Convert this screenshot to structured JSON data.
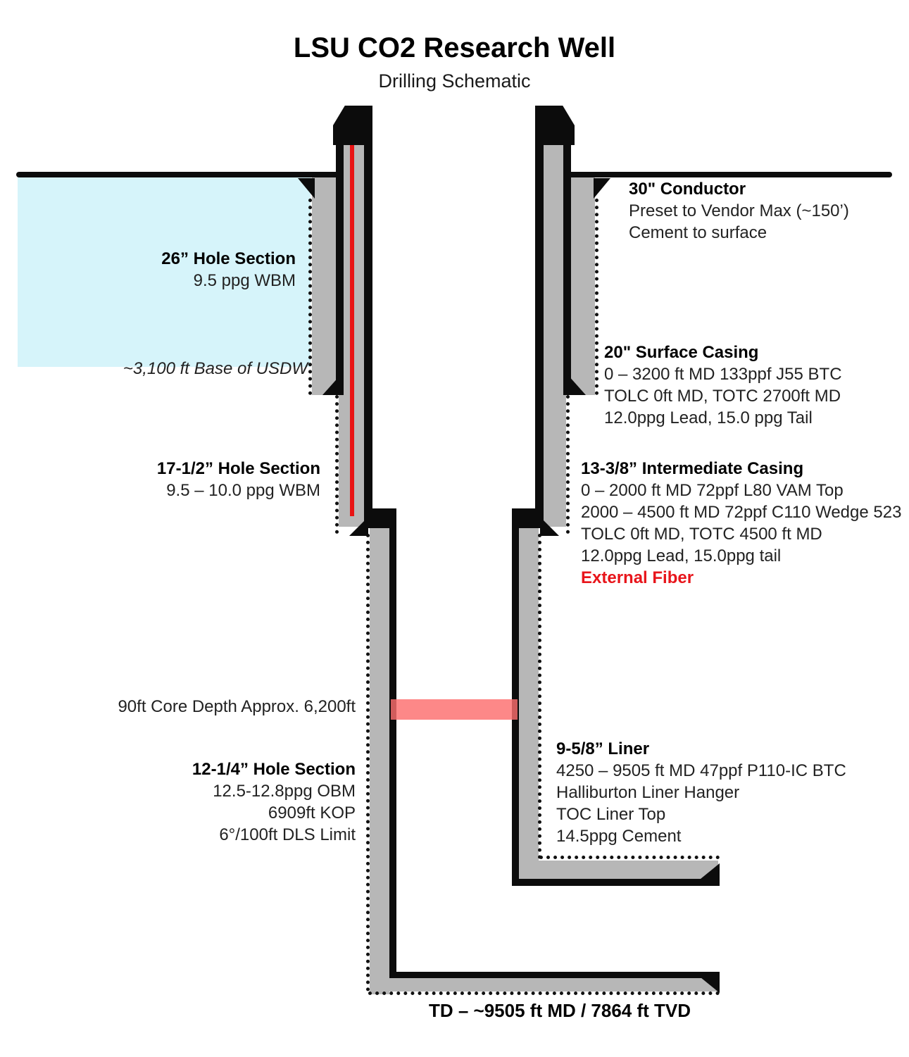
{
  "title": "LSU CO2 Research Well",
  "subtitle": "Drilling Schematic",
  "colors": {
    "casing_gray": "#b7b7b7",
    "aquifer_cyan": "#d6f4fa",
    "fiber_red": "#e81313",
    "core_band_red": "#fc8181",
    "highlight_text_red": "#e8151b",
    "line_black": "#0c0c0c"
  },
  "annotations": {
    "conductor": {
      "title": "30\" Conductor",
      "lines": [
        "Preset to Vendor Max (~150’)",
        "Cement to surface"
      ]
    },
    "hole_26": {
      "title": "26” Hole Section",
      "lines": [
        "9.5 ppg WBM"
      ]
    },
    "usdw": {
      "text": "~3,100 ft Base of USDW"
    },
    "surface_casing": {
      "title": "20\" Surface Casing",
      "lines": [
        "0 – 3200 ft MD 133ppf J55 BTC",
        "TOLC 0ft MD, TOTC 2700ft MD",
        "12.0ppg Lead, 15.0 ppg Tail"
      ]
    },
    "hole_17": {
      "title": "17-1/2” Hole Section",
      "lines": [
        "9.5 – 10.0 ppg WBM"
      ]
    },
    "intermediate_casing": {
      "title": "13-3/8” Intermediate Casing",
      "lines": [
        "0 – 2000 ft MD 72ppf L80 VAM Top",
        "2000 – 4500 ft MD 72ppf C110 Wedge 523",
        "TOLC 0ft MD, TOTC 4500 ft MD",
        "12.0ppg Lead, 15.0ppg tail"
      ],
      "highlight": "External Fiber"
    },
    "core": {
      "text": "90ft Core Depth Approx. 6,200ft"
    },
    "hole_12": {
      "title": "12-1/4” Hole Section",
      "lines": [
        "12.5-12.8ppg OBM",
        "6909ft KOP",
        "6°/100ft DLS Limit"
      ]
    },
    "liner": {
      "title": "9-5/8” Liner",
      "lines": [
        "4250 – 9505 ft MD 47ppf P110-IC BTC",
        "Halliburton Liner Hanger",
        "TOC Liner Top",
        "14.5ppg Cement"
      ]
    },
    "td": {
      "text": "TD – ~9505 ft MD / 7864 ft TVD"
    }
  }
}
